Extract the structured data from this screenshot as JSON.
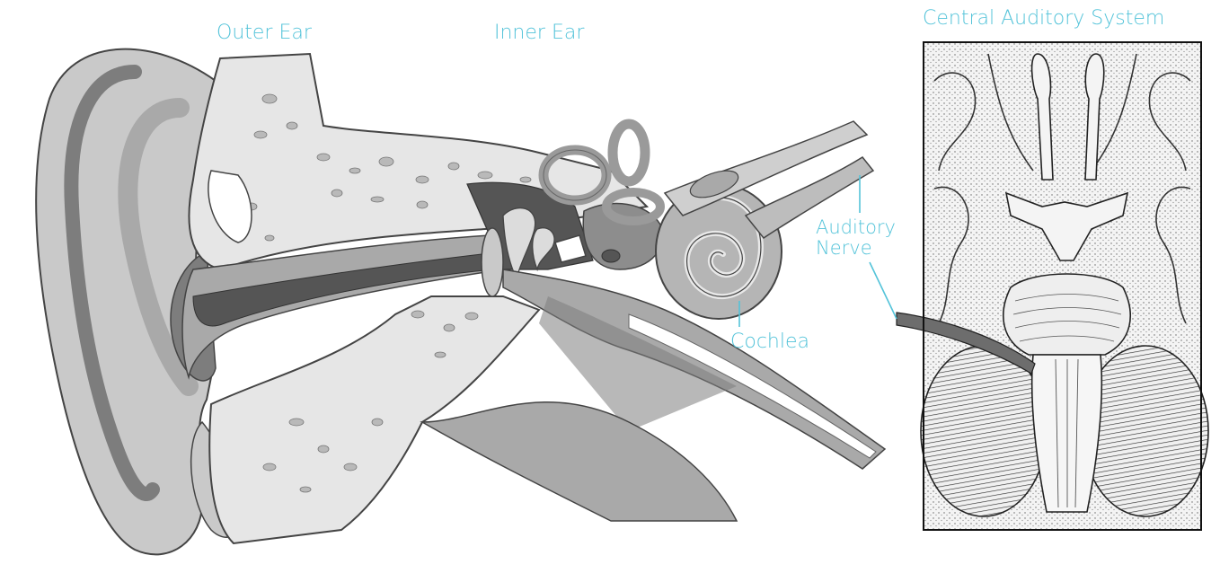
{
  "labels": {
    "outer_ear": "Outer Ear",
    "inner_ear": "Inner Ear",
    "central_auditory_system": "Central Auditory System",
    "auditory_nerve_line1": "Auditory",
    "auditory_nerve_line2": "Nerve",
    "cochlea": "Cochlea"
  },
  "colors": {
    "label": "#53c3d9",
    "leader_line": "#53c3d9",
    "outline": "#444444",
    "ear_light": "#c9c9c9",
    "ear_mid": "#a9a9a9",
    "ear_dark": "#7d7d7d",
    "bone": "#e6e6e6",
    "canal_dark": "#555555",
    "brain_bg": "#f4f4f4"
  }
}
